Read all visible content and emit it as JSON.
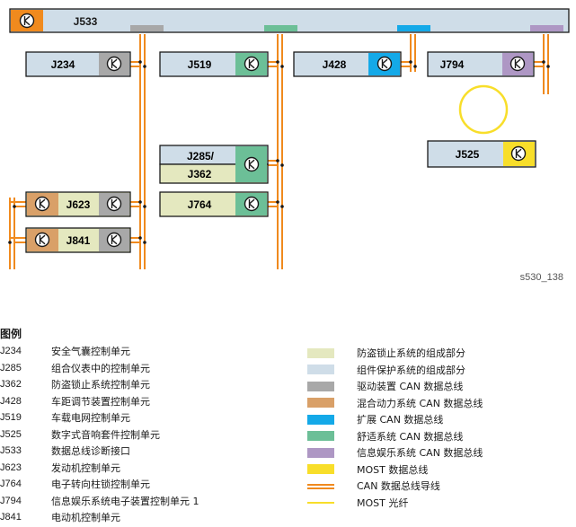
{
  "diagram": {
    "units": [
      {
        "id": "J533",
        "label": "J533"
      },
      {
        "id": "J234",
        "label": "J234"
      },
      {
        "id": "J519",
        "label": "J519"
      },
      {
        "id": "J428",
        "label": "J428"
      },
      {
        "id": "J794",
        "label": "J794"
      },
      {
        "id": "J525",
        "label": "J525"
      },
      {
        "id": "J285",
        "label": "J285/"
      },
      {
        "id": "J362",
        "label": "J362"
      },
      {
        "id": "J764",
        "label": "J764"
      },
      {
        "id": "J623",
        "label": "J623"
      },
      {
        "id": "J841",
        "label": "J841"
      }
    ],
    "symbol_icon": "can-node-icon",
    "reference": "s530_138"
  },
  "legend": {
    "title": "图例",
    "entries": [
      {
        "code": "J234",
        "text": "安全气囊控制单元"
      },
      {
        "code": "J285",
        "text": "组合仪表中的控制单元"
      },
      {
        "code": "J362",
        "text": "防盗锁止系统控制单元"
      },
      {
        "code": "J428",
        "text": "车距调节装置控制单元"
      },
      {
        "code": "J519",
        "text": "车载电网控制单元"
      },
      {
        "code": "J525",
        "text": "数字式音响套件控制单元"
      },
      {
        "code": "J533",
        "text": "数据总线诊断接口"
      },
      {
        "code": "J623",
        "text": "发动机控制单元"
      },
      {
        "code": "J764",
        "text": "电子转向柱锁控制单元"
      },
      {
        "code": "J794",
        "text": "信息娱乐系统电子装置控制单元 1"
      },
      {
        "code": "J841",
        "text": "电动机控制单元"
      }
    ],
    "swatches": [
      {
        "kind": "block",
        "color": "#e4e8bf",
        "text": "防盗锁止系统的组成部分"
      },
      {
        "kind": "block",
        "color": "#cfdde8",
        "text": "组件保护系统的组成部分"
      },
      {
        "kind": "block",
        "color": "#a8a8a8",
        "text": "驱动装置 CAN 数据总线"
      },
      {
        "kind": "block",
        "color": "#d9a068",
        "text": "混合动力系统 CAN 数据总线"
      },
      {
        "kind": "block",
        "color": "#14a9e8",
        "text": "扩展 CAN 数据总线"
      },
      {
        "kind": "block",
        "color": "#6cbf97",
        "text": "舒适系统 CAN 数据总线"
      },
      {
        "kind": "block",
        "color": "#ae97c4",
        "text": "信息娱乐系统 CAN 数据总线"
      },
      {
        "kind": "block",
        "color": "#f8de2a",
        "text": "MOST 数据总线"
      },
      {
        "kind": "double-line",
        "color": "#f08a1e",
        "text": "CAN 数据总线导线"
      },
      {
        "kind": "line",
        "color": "#f8de2a",
        "text": "MOST 光纤"
      }
    ]
  },
  "colors": {
    "anti_theft": "#e4e8bf",
    "component_protection": "#cfdde8",
    "drivetrain": "#a8a8a8",
    "hybrid": "#d9a068",
    "extended": "#14a9e8",
    "comfort": "#6cbf97",
    "infotainment": "#ae97c4",
    "most": "#f8de2a",
    "wire": "#f08a1e",
    "outline": "#1a1a1a"
  }
}
